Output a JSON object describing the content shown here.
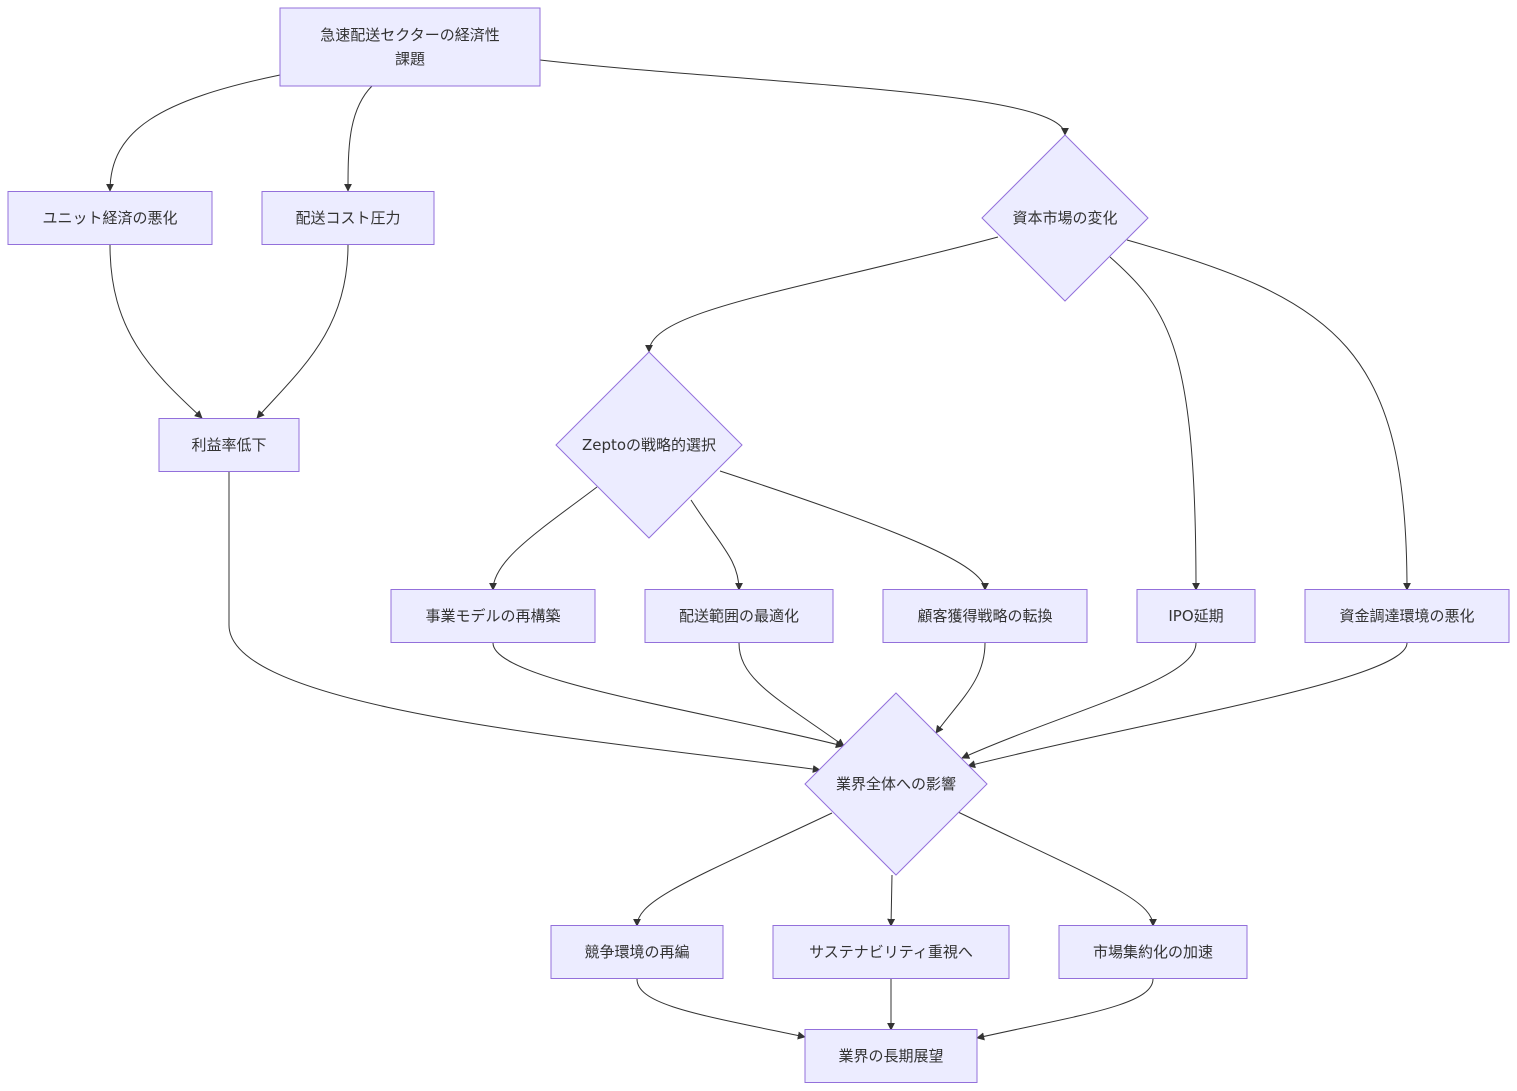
{
  "diagram": {
    "nodes": {
      "n_root": {
        "lines": [
          "急速配送セクターの経済性",
          "課題"
        ]
      },
      "n_unit": {
        "lines": [
          "ユニット経済の悪化"
        ]
      },
      "n_cost": {
        "lines": [
          "配送コスト圧力"
        ]
      },
      "n_capital": {
        "lines": [
          "資本市場の変化"
        ]
      },
      "n_margin": {
        "lines": [
          "利益率低下"
        ]
      },
      "n_zepto": {
        "lines": [
          "Zeptoの戦略的選択"
        ]
      },
      "n_biz": {
        "lines": [
          "事業モデルの再構築"
        ]
      },
      "n_area": {
        "lines": [
          "配送範囲の最適化"
        ]
      },
      "n_cust": {
        "lines": [
          "顧客獲得戦略の転換"
        ]
      },
      "n_ipo": {
        "lines": [
          "IPO延期"
        ]
      },
      "n_fund": {
        "lines": [
          "資金調達環境の悪化"
        ]
      },
      "n_impact": {
        "lines": [
          "業界全体への影響"
        ]
      },
      "n_comp": {
        "lines": [
          "競争環境の再編"
        ]
      },
      "n_sustain": {
        "lines": [
          "サステナビリティ重視へ"
        ]
      },
      "n_consol": {
        "lines": [
          "市場集約化の加速"
        ]
      },
      "n_outlook": {
        "lines": [
          "業界の長期展望"
        ]
      }
    },
    "edges": [
      [
        "n_root",
        "n_unit"
      ],
      [
        "n_root",
        "n_cost"
      ],
      [
        "n_root",
        "n_capital"
      ],
      [
        "n_unit",
        "n_margin"
      ],
      [
        "n_cost",
        "n_margin"
      ],
      [
        "n_capital",
        "n_zepto"
      ],
      [
        "n_capital",
        "n_ipo"
      ],
      [
        "n_capital",
        "n_fund"
      ],
      [
        "n_zepto",
        "n_biz"
      ],
      [
        "n_zepto",
        "n_area"
      ],
      [
        "n_zepto",
        "n_cust"
      ],
      [
        "n_margin",
        "n_impact"
      ],
      [
        "n_biz",
        "n_impact"
      ],
      [
        "n_area",
        "n_impact"
      ],
      [
        "n_cust",
        "n_impact"
      ],
      [
        "n_ipo",
        "n_impact"
      ],
      [
        "n_fund",
        "n_impact"
      ],
      [
        "n_impact",
        "n_comp"
      ],
      [
        "n_impact",
        "n_sustain"
      ],
      [
        "n_impact",
        "n_consol"
      ],
      [
        "n_comp",
        "n_outlook"
      ],
      [
        "n_sustain",
        "n_outlook"
      ],
      [
        "n_consol",
        "n_outlook"
      ]
    ]
  }
}
